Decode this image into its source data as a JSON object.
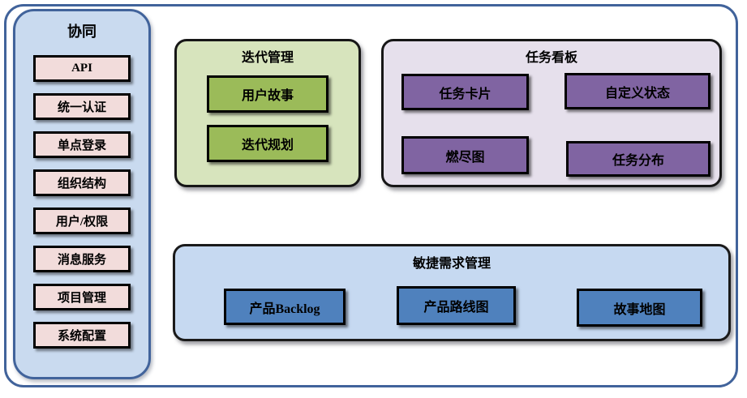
{
  "diagram": {
    "sidebar": {
      "title": "协同",
      "items": [
        "API",
        "统一认证",
        "单点登录",
        "组织结构",
        "用户/权限",
        "消息服务",
        "项目管理",
        "系统配置"
      ]
    },
    "iteration": {
      "title": "迭代管理",
      "items": [
        "用户故事",
        "迭代规划"
      ]
    },
    "taskboard": {
      "title": "任务看板",
      "items": [
        "任务卡片",
        "自定义状态",
        "燃尽图",
        "任务分布"
      ]
    },
    "requirements": {
      "title": "敏捷需求管理",
      "items": [
        "产品Backlog",
        "产品路线图",
        "故事地图"
      ]
    },
    "colors": {
      "frame_border": "#41639B",
      "sidebar_bg": "#C9DAEF",
      "sidebar_item_bg": "#F2DCDB",
      "iteration_bg": "#D7E4BD",
      "iteration_item_bg": "#9BBB59",
      "taskboard_bg": "#E6E0EC",
      "taskboard_item_bg": "#8064A2",
      "requirements_bg": "#C6D9F1",
      "requirements_item_bg": "#4F81BD",
      "node_border": "#000000",
      "text": "#000000"
    }
  }
}
